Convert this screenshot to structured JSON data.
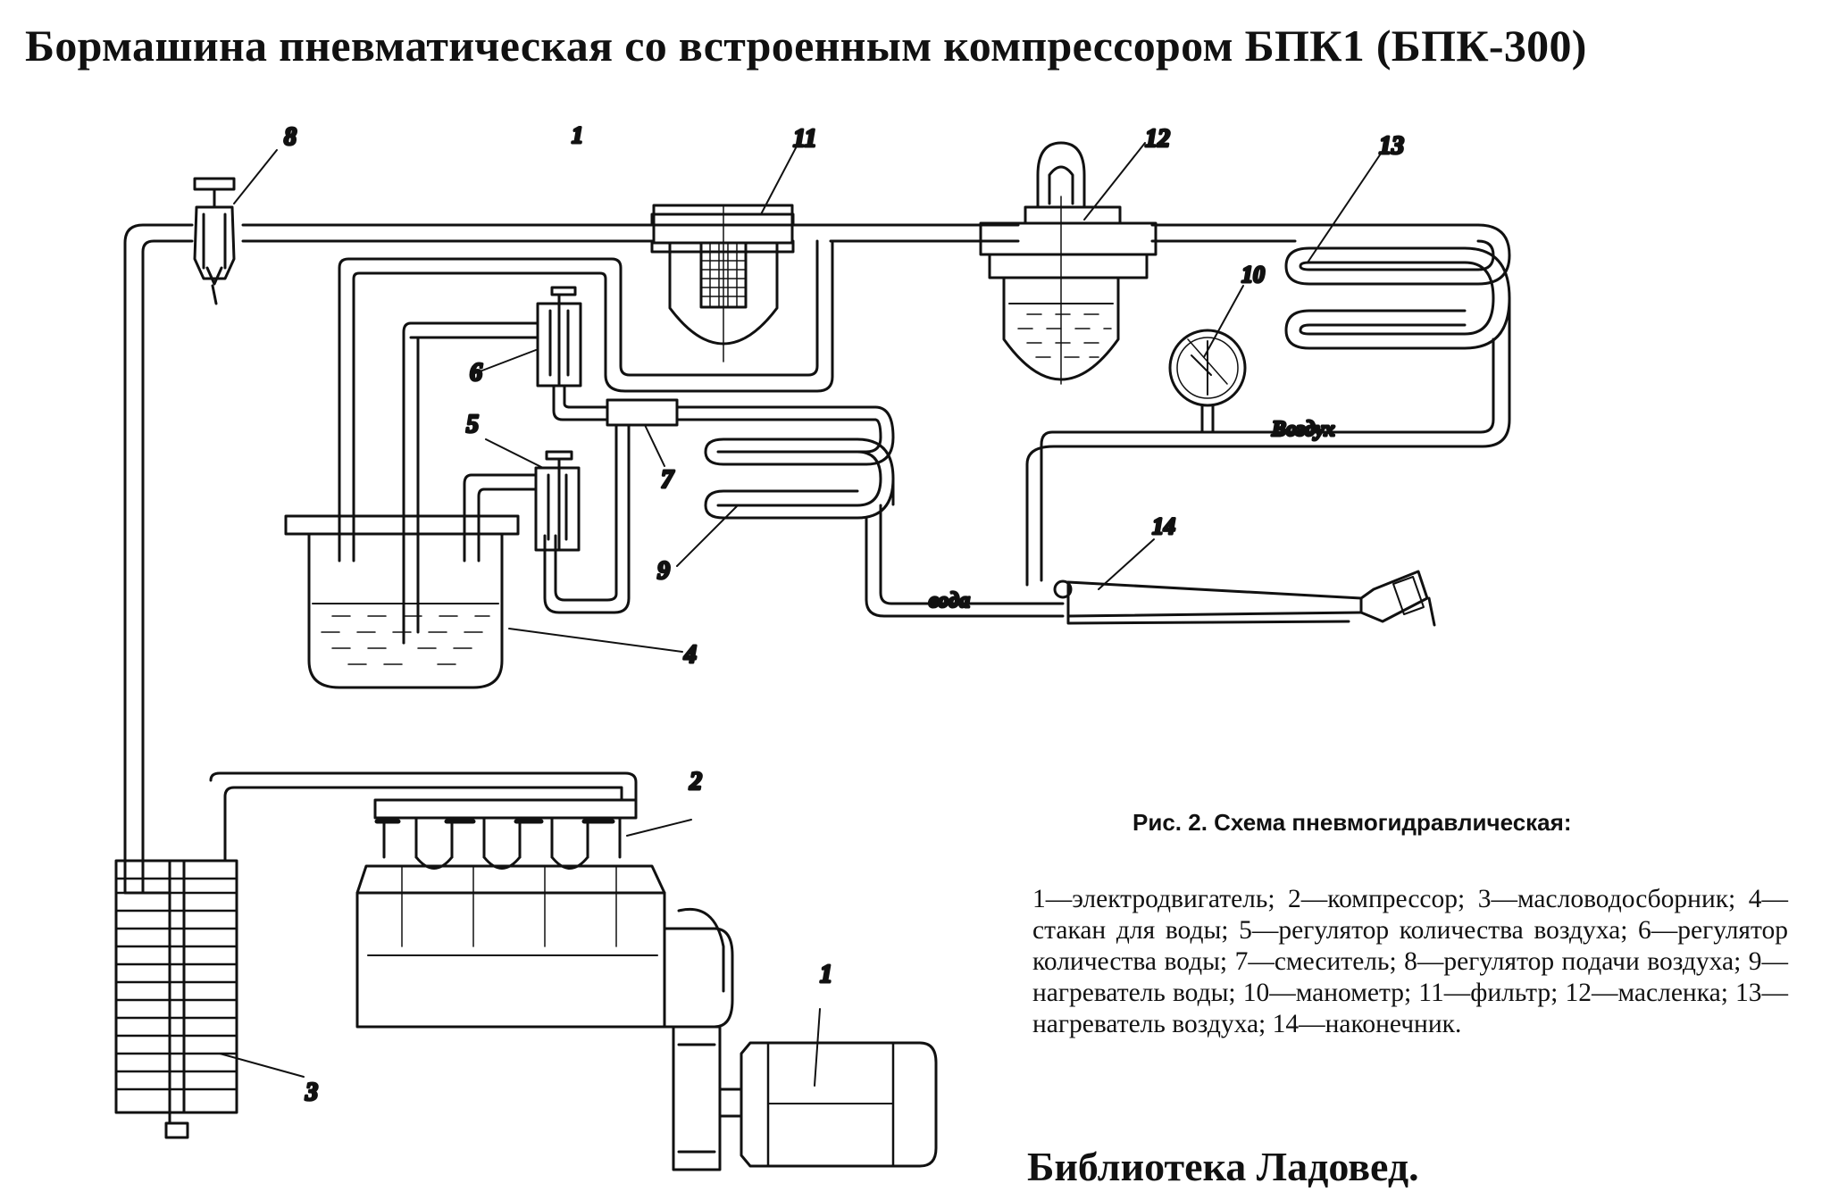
{
  "title": "Бормашина пневматическая со встроенным компрессором БПК1 (БПК-300)",
  "diagram": {
    "callouts": {
      "c1_top": "1",
      "c1": "1",
      "c2": "2",
      "c3": "3",
      "c4": "4",
      "c5": "5",
      "c6": "6",
      "c7": "7",
      "c8": "8",
      "c9": "9",
      "c10": "10",
      "c11": "11",
      "c12": "12",
      "c13": "13",
      "c14": "14"
    },
    "labels": {
      "air": "Воздух",
      "water": "вода"
    }
  },
  "caption": {
    "title": "Рис. 2. Схема пневмогидравлическая:",
    "legend": "1—электродвигатель; 2—компрессор; 3—масловодосборник; 4—стакан для воды; 5—регулятор количества воздуха; 6—регулятор количества воды; 7—смеситель; 8—регулятор подачи воздуха; 9—нагреватель воды; 10—манометр; 11—фильтр; 12—масленка; 13—нагреватель воздуха; 14—наконечник."
  },
  "footer": "Библиотека Ладовед."
}
